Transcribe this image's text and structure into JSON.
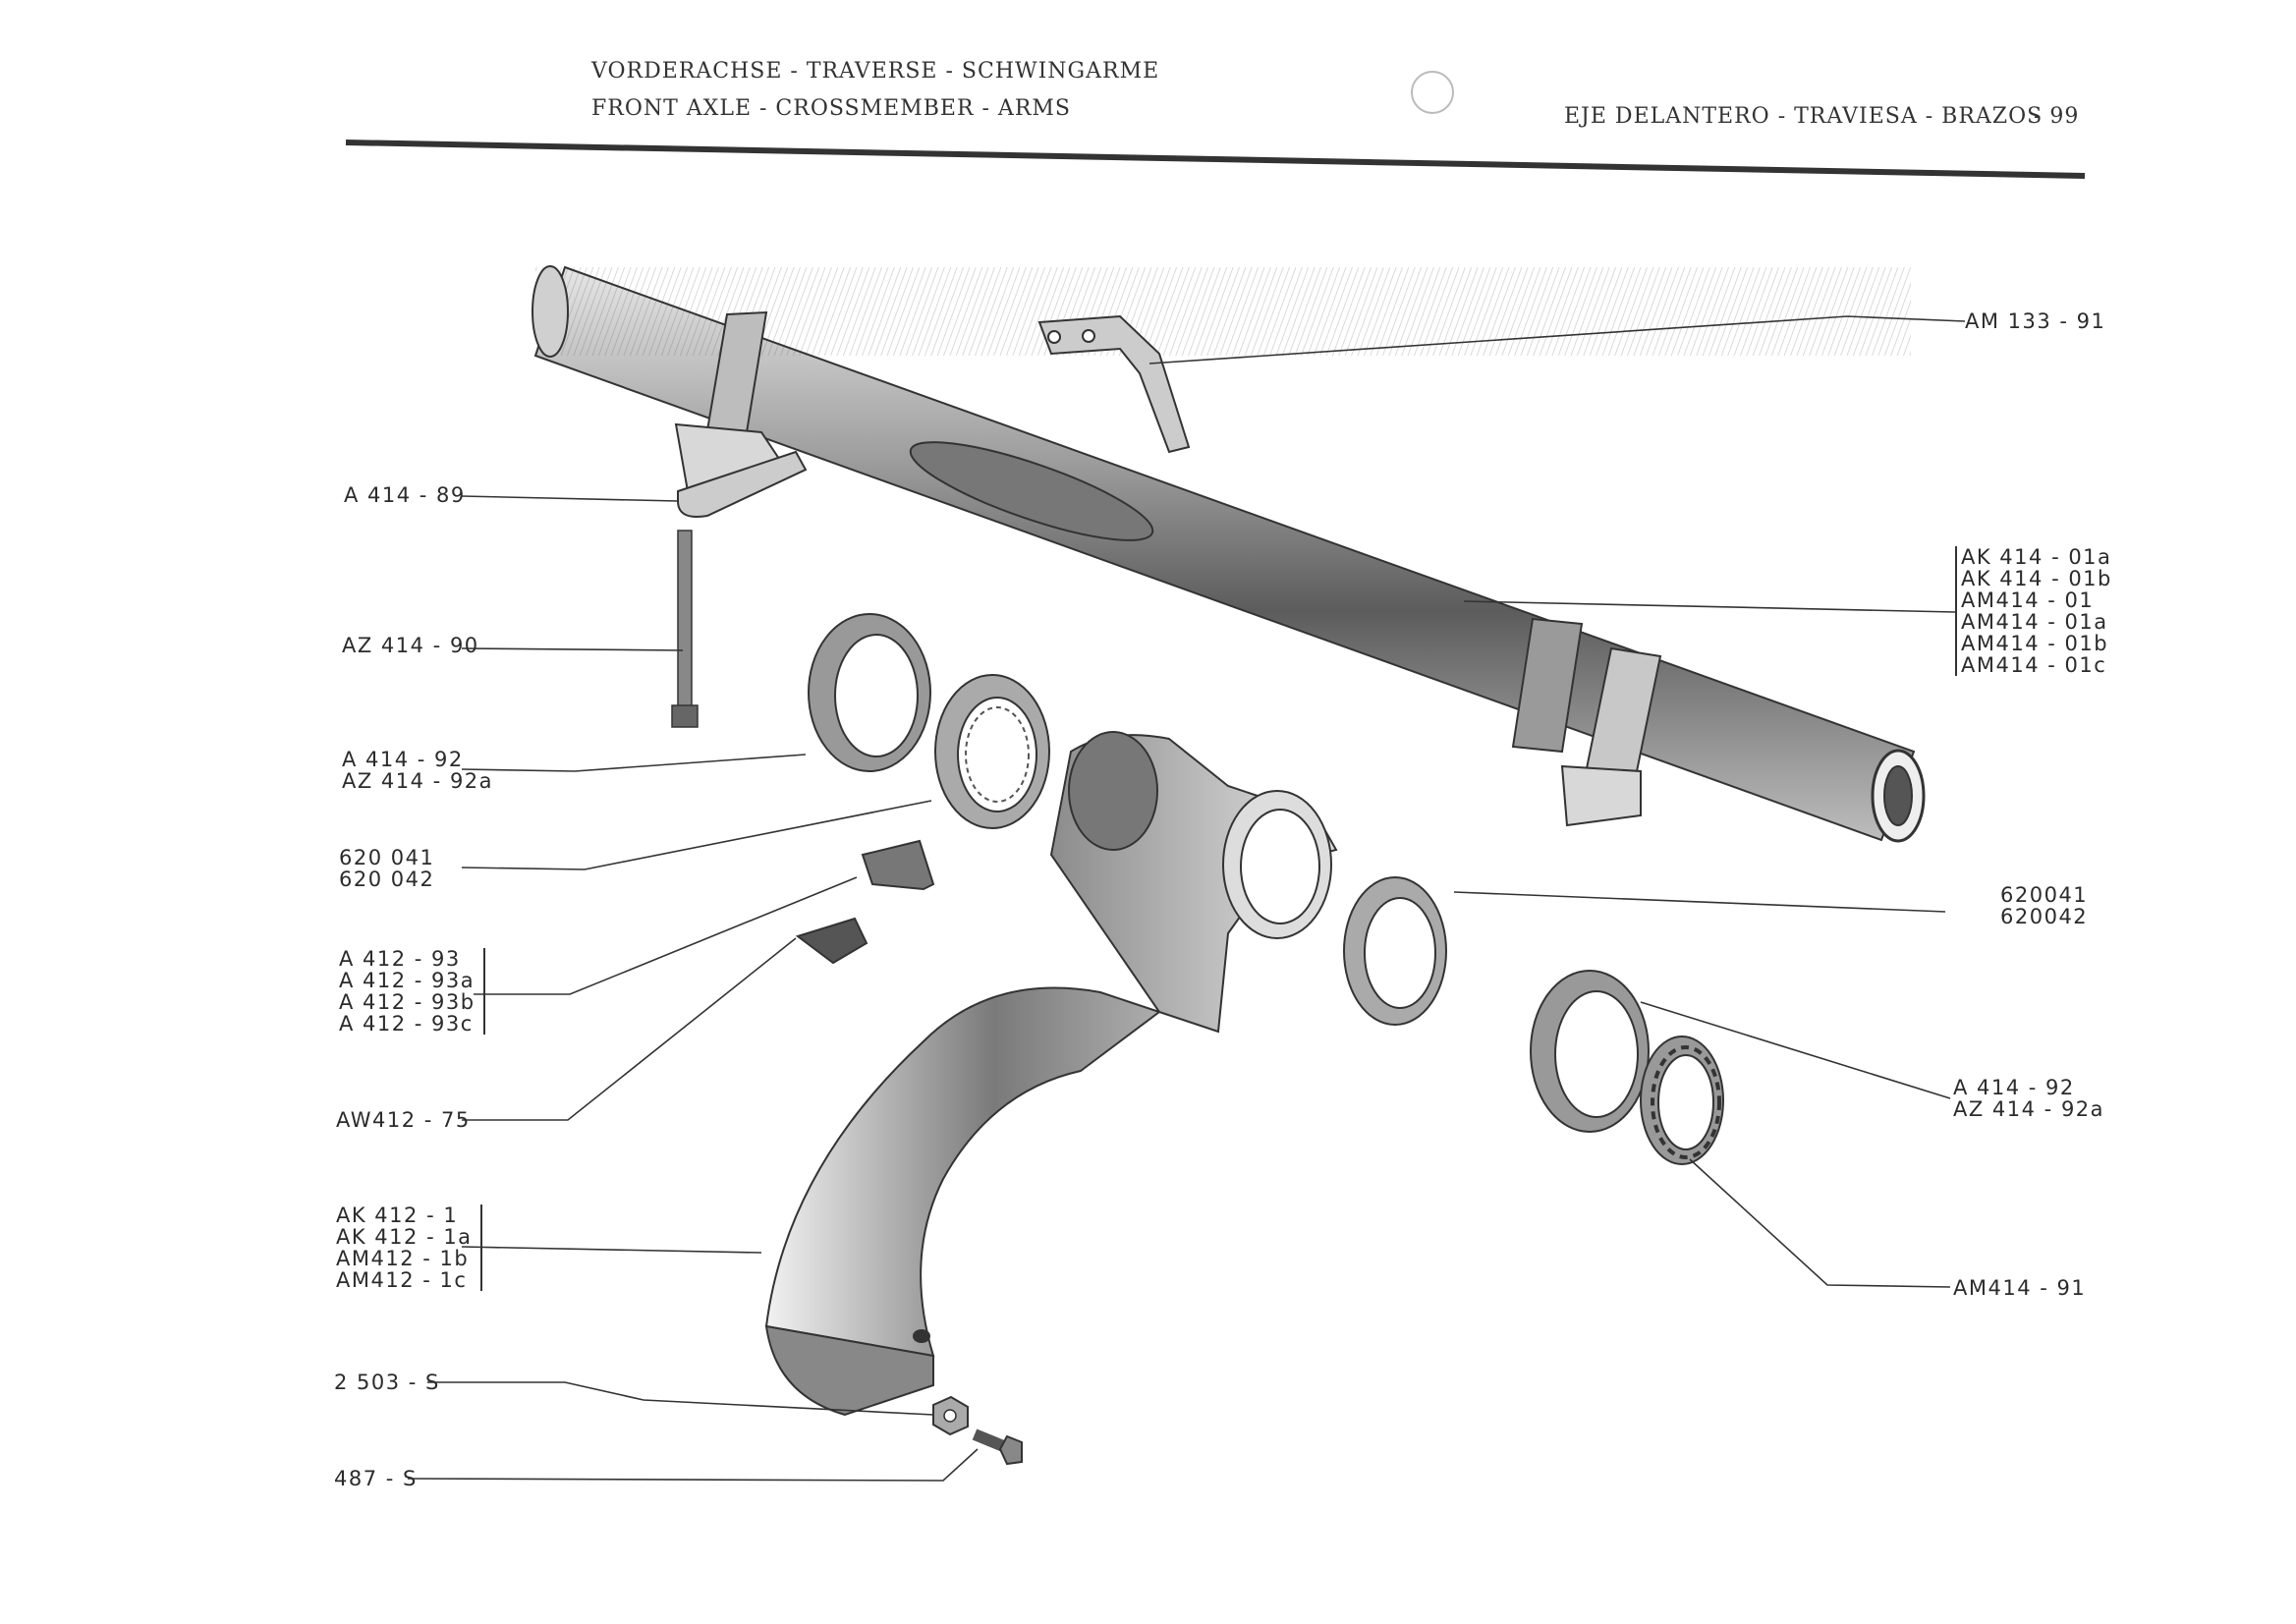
{
  "header": {
    "line1_de": "VORDERACHSE - TRAVERSE - SCHWINGARME",
    "line2_en": "FRONT AXLE - CROSSMEMBER - ARMS",
    "right_es": "EJE DELANTERO - TRAVIESA - BRAZOS",
    "page_number": "- 99"
  },
  "labels_left": {
    "a414_89": "A  414 - 89",
    "az414_90": "AZ 414 - 90",
    "a414_92": [
      "A  414 - 92",
      "AZ 414 - 92a"
    ],
    "bearing": [
      "620 041",
      "620 042"
    ],
    "a412_93": [
      "A  412 - 93",
      "A  412 - 93a",
      "A  412 - 93b",
      "A  412 - 93c"
    ],
    "aw412_75": "AW412 - 75",
    "arm": [
      "AK 412 - 1",
      "AK 412 - 1a",
      "AM412 - 1b",
      "AM412 - 1c"
    ],
    "nut": "2 503 - S",
    "bolt": "487 - S"
  },
  "labels_right": {
    "am133_91": "AM 133 - 91",
    "tube": [
      "AK 414 - 01a",
      "AK 414 - 01b",
      "AM414 - 01",
      "AM414 - 01a",
      "AM414 - 01b",
      "AM414 - 01c"
    ],
    "bearing": [
      "620041",
      "620042"
    ],
    "a414_92": [
      "A  414 - 92",
      "AZ 414 - 92a"
    ],
    "am414_91": "AM414 - 91"
  }
}
